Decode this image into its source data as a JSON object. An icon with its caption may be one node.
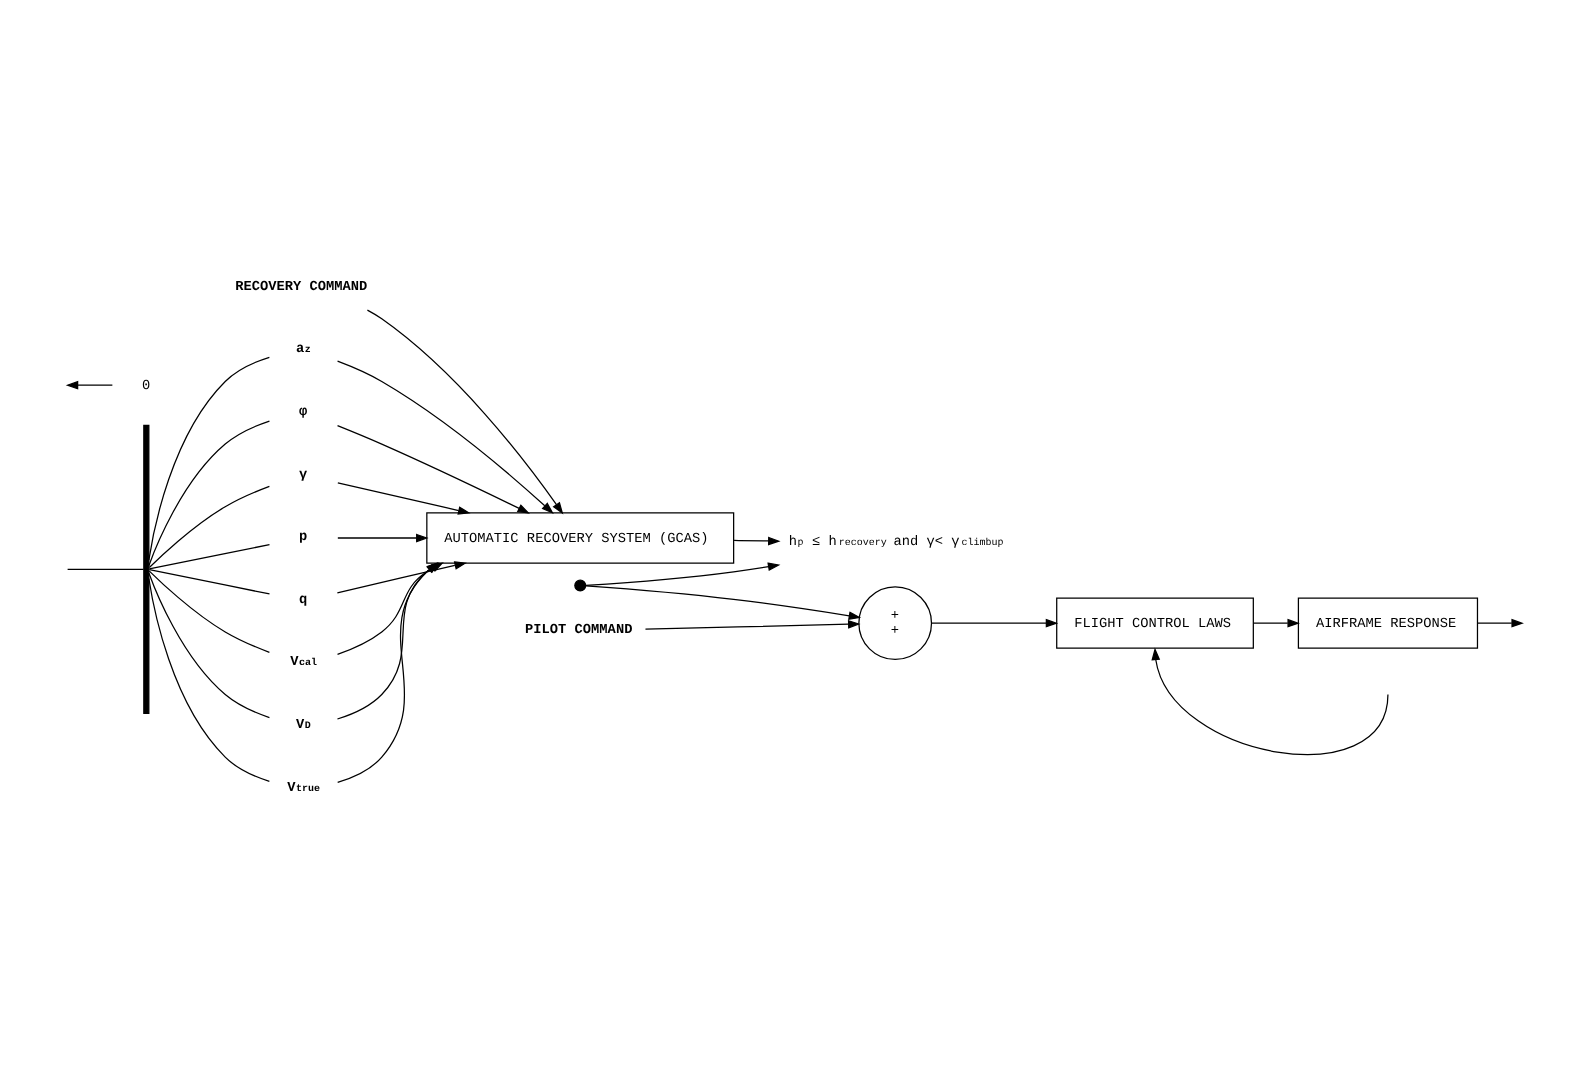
{
  "diagram": {
    "nodes": [
      {
        "text": [
          "RECOVERY COMMAND"
        ]
      },
      {
        "text": [
          "AUTOMATIC RECOVERY SYSTEM (GCAS)"
        ]
      },
      {
        "text": [
          "a$_{z}$"
        ]
      },
      {
        "text": [
          "φ"
        ]
      },
      {
        "text": [
          "γ"
        ]
      },
      {
        "text": [
          "p"
        ]
      },
      {
        "text": [
          "q"
        ]
      },
      {
        "text": [
          "V$_{cal}$"
        ]
      },
      {
        "text": [
          "V$_{D}$"
        ]
      },
      {
        "text": [
          "V$_{true}$"
        ]
      },
      {
        "text": [
          "h$_{p}$ ≤ h$_{recovery}$ and γ< γ$_{climbup}$"
        ]
      },
      {
        "text": [],
        "shape": "switch"
      },
      {
        "text": [
          "0"
        ]
      },
      {
        "text": [
          "PILOT COMMAND"
        ]
      },
      {
        "text": [
          "+",
          "+"
        ]
      },
      {
        "text": [
          "FLIGHT CONTROL LAWS"
        ]
      },
      {
        "text": [
          "AIRFRAME RESPONSE"
        ]
      },
      {
        "text": [],
        "shape": "bar"
      }
    ],
    "edges": [
      {
        "from": 0,
        "to": 1,
        "arrow": "to"
      },
      {
        "from": 2,
        "to": 1,
        "arrow": "to"
      },
      {
        "from": 3,
        "to": 1,
        "arrow": "to"
      },
      {
        "from": 4,
        "to": 1,
        "arrow": "to"
      },
      {
        "from": 5,
        "to": 1,
        "arrow": "to"
      },
      {
        "from": 6,
        "to": 1,
        "arrow": "to"
      },
      {
        "from": 7,
        "to": 1,
        "arrow": "to"
      },
      {
        "from": 8,
        "to": 1,
        "arrow": "to"
      },
      {
        "from": 9,
        "to": 1,
        "arrow": "to"
      },
      {
        "from": 17,
        "to": 2,
        "arrow": "none"
      },
      {
        "from": 17,
        "to": 3,
        "arrow": "none"
      },
      {
        "from": 17,
        "to": 4,
        "arrow": "none"
      },
      {
        "from": 17,
        "to": 5,
        "arrow": "none"
      },
      {
        "from": 17,
        "to": 6,
        "arrow": "none"
      },
      {
        "from": 17,
        "to": 7,
        "arrow": "none"
      },
      {
        "from": 17,
        "to": 8,
        "arrow": "none"
      },
      {
        "from": 17,
        "to": 9,
        "arrow": "none"
      },
      {
        "from": null,
        "to": 17,
        "arrow": "none"
      },
      {
        "from": 1,
        "to": 10,
        "arrow": "to"
      },
      {
        "from": 11,
        "to": 10,
        "arrow": "to"
      },
      {
        "from": 12,
        "to": null,
        "arrow": "to"
      },
      {
        "from": 11,
        "to": 14,
        "arrow": "to"
      },
      {
        "from": 13,
        "to": 14,
        "arrow": "to"
      },
      {
        "from": 14,
        "to": 15,
        "arrow": "to"
      },
      {
        "from": 15,
        "to": 16,
        "arrow": "to"
      },
      {
        "from": 16,
        "to": null,
        "arrow": "to"
      },
      {
        "from": null,
        "to": 15,
        "arrow": "to"
      }
    ]
  }
}
